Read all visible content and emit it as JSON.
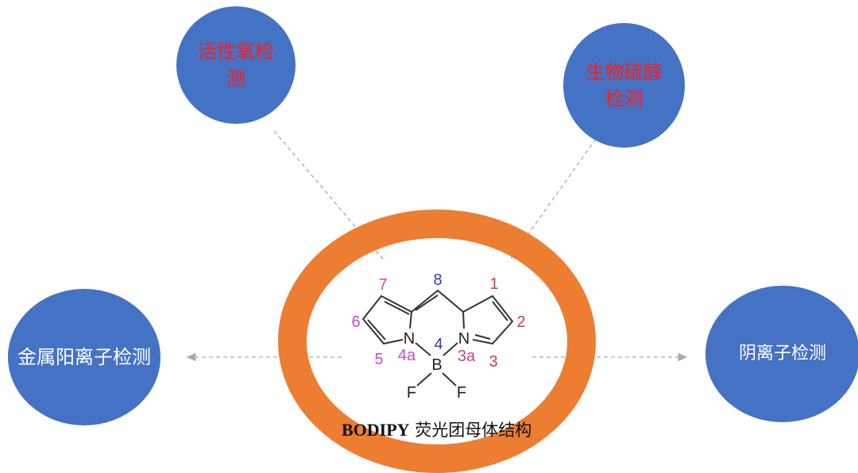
{
  "nodes": {
    "top_left": "活性氧检测",
    "top_right": "生物硫醇检测",
    "left": "金属阳离子检测",
    "right": "阴离子检测"
  },
  "center": {
    "name_bold": "BODIPY",
    "name_rest": "荧光团母体结构",
    "atoms": {
      "n": "N",
      "b": "B",
      "f": "F"
    },
    "positions": {
      "p1": "1",
      "p2": "2",
      "p3": "3",
      "p3a": "3a",
      "p4": "4",
      "p4a": "4a",
      "p5": "5",
      "p6": "6",
      "p7": "7",
      "p8": "8"
    }
  },
  "colors": {
    "bubble": "#4472c4",
    "ring": "#ed7d31",
    "pos_red": "#d23a4a",
    "pos_magenta": "#c84ac8",
    "pos_blue": "#3838c0"
  }
}
